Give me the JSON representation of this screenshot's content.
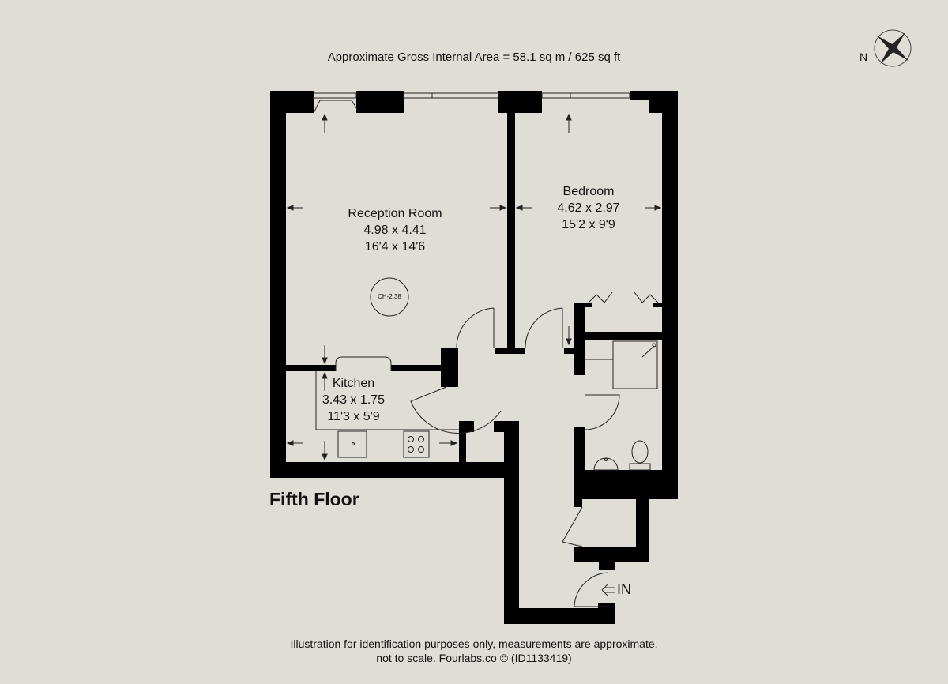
{
  "header": {
    "gross_area": "Approximate Gross Internal Area = 58.1 sq m / 625 sq ft"
  },
  "compass": {
    "label": "N"
  },
  "rooms": [
    {
      "name": "Reception Room",
      "metric": "4.98 x 4.41",
      "imperial": "16'4 x 14'6"
    },
    {
      "name": "Bedroom",
      "metric": "4.62 x 2.97",
      "imperial": "15'2 x 9'9"
    },
    {
      "name": "Kitchen",
      "metric": "3.43 x 1.75",
      "imperial": "11'3 x 5'9"
    }
  ],
  "ceiling_height": "CH-2.38",
  "entrance": "IN",
  "floor_label": "Fifth Floor",
  "footer": {
    "line1": "Illustration for identification purposes only, measurements are approximate,",
    "line2": "not to scale. Fourlabs.co © (ID1133419)"
  },
  "colors": {
    "background": "#e0ddd6",
    "wall": "#000000"
  }
}
